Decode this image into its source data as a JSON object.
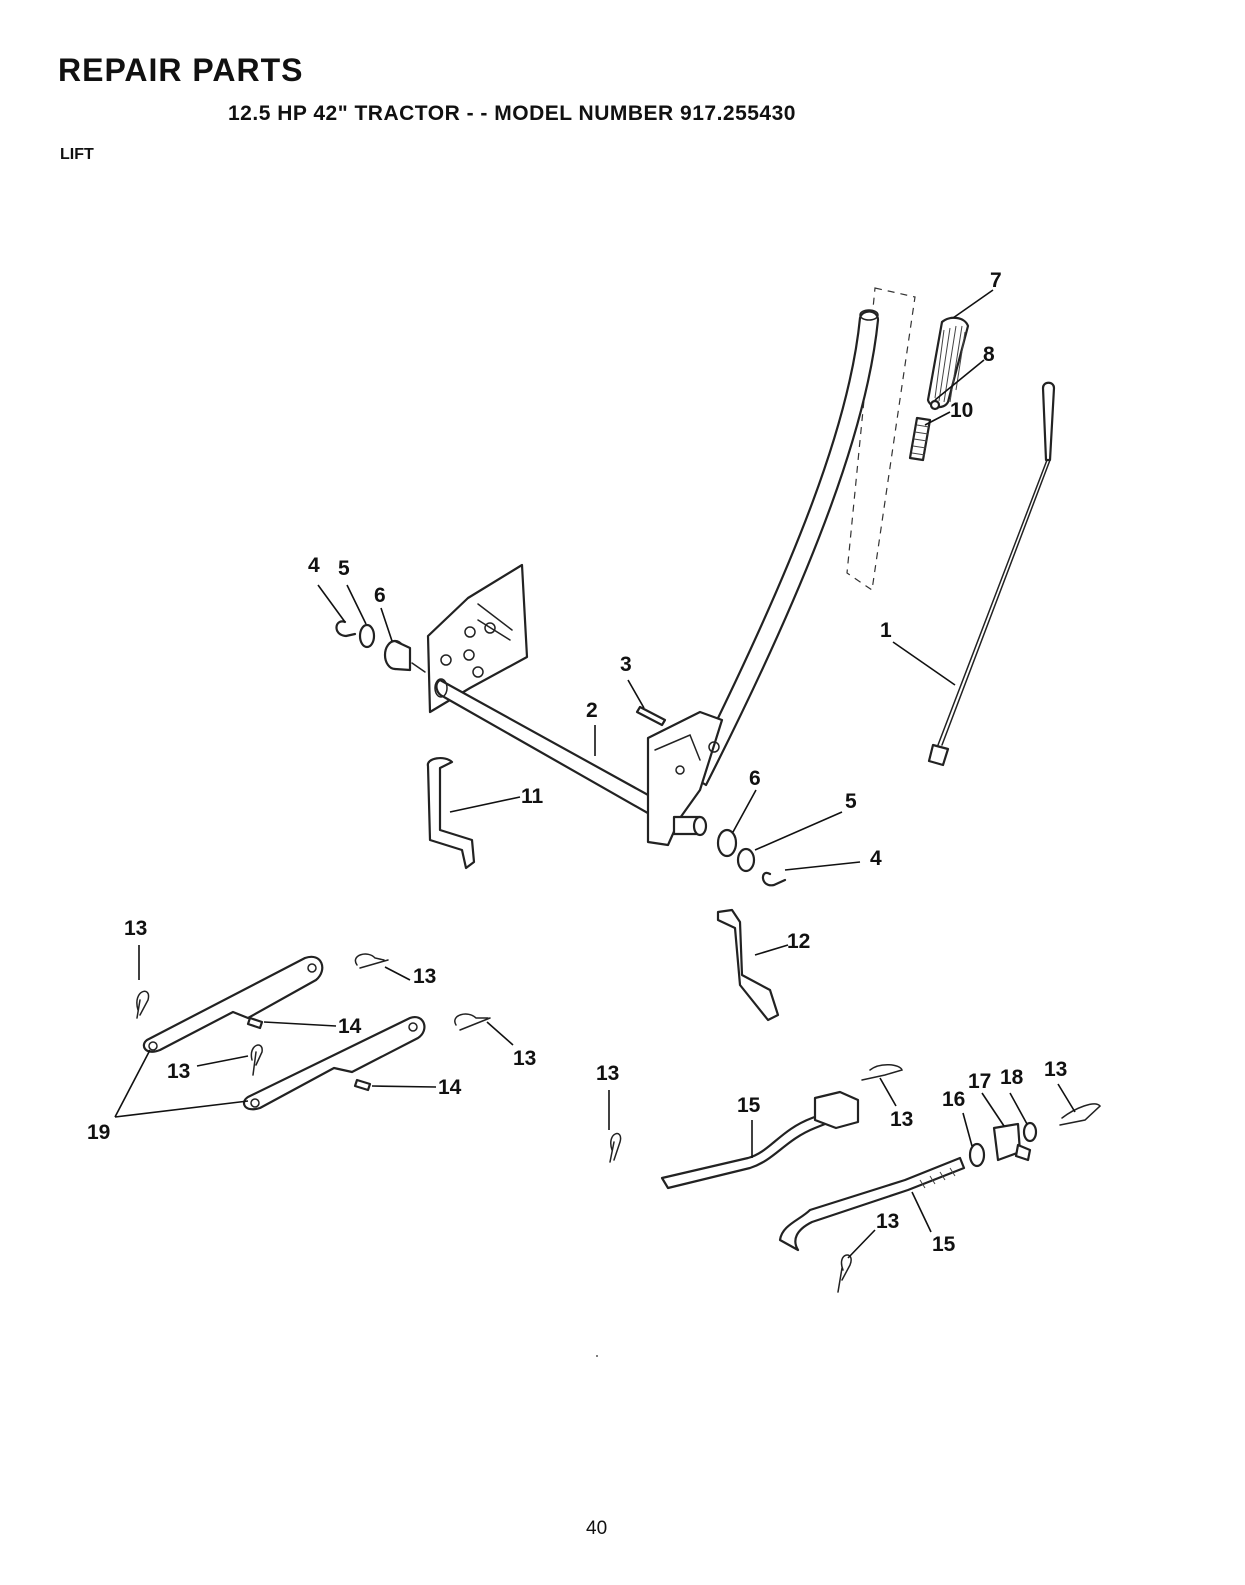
{
  "header": {
    "title": "REPAIR PARTS",
    "subtitle": "12.5 HP 42\" TRACTOR - - MODEL NUMBER 917.255430",
    "section": "LIFT"
  },
  "page_number": "40",
  "callouts": [
    {
      "id": "c7",
      "label": "7"
    },
    {
      "id": "c8",
      "label": "8"
    },
    {
      "id": "c10",
      "label": "10"
    },
    {
      "id": "c4a",
      "label": "4"
    },
    {
      "id": "c5a",
      "label": "5"
    },
    {
      "id": "c6a",
      "label": "6"
    },
    {
      "id": "c1",
      "label": "1"
    },
    {
      "id": "c3",
      "label": "3"
    },
    {
      "id": "c2",
      "label": "2"
    },
    {
      "id": "c11",
      "label": "11"
    },
    {
      "id": "c6b",
      "label": "6"
    },
    {
      "id": "c5b",
      "label": "5"
    },
    {
      "id": "c4b",
      "label": "4"
    },
    {
      "id": "c12",
      "label": "12"
    },
    {
      "id": "c13a",
      "label": "13"
    },
    {
      "id": "c13b",
      "label": "13"
    },
    {
      "id": "c14a",
      "label": "14"
    },
    {
      "id": "c13c",
      "label": "13"
    },
    {
      "id": "c13d",
      "label": "13"
    },
    {
      "id": "c14b",
      "label": "14"
    },
    {
      "id": "c19",
      "label": "19"
    },
    {
      "id": "c13e",
      "label": "13"
    },
    {
      "id": "c15a",
      "label": "15"
    },
    {
      "id": "c13f",
      "label": "13"
    },
    {
      "id": "c17",
      "label": "17"
    },
    {
      "id": "c18",
      "label": "18"
    },
    {
      "id": "c13g",
      "label": "13"
    },
    {
      "id": "c16",
      "label": "16"
    },
    {
      "id": "c13h",
      "label": "13"
    },
    {
      "id": "c15b",
      "label": "15"
    }
  ]
}
